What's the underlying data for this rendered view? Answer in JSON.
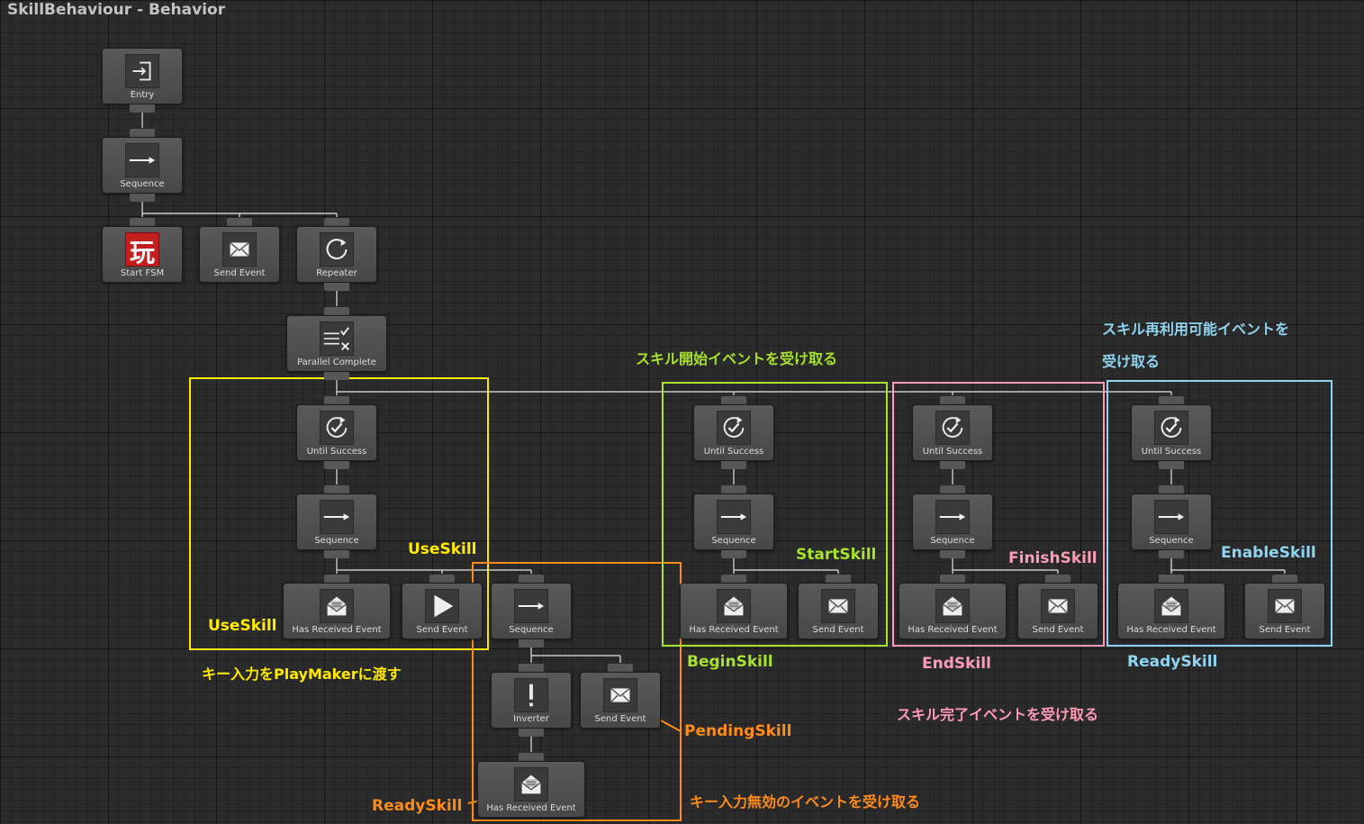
{
  "window": {
    "title": "SkillBehaviour - Behavior"
  },
  "colors": {
    "yellow": "#ffea00",
    "orange": "#ff8c1a",
    "green": "#a6e22e",
    "pink": "#ff9ab8",
    "blue": "#8fd4f0"
  },
  "nodes": [
    {
      "id": "entry",
      "label": "Entry",
      "icon": "entry-icon"
    },
    {
      "id": "seq-root",
      "label": "Sequence",
      "icon": "arrow-right-icon"
    },
    {
      "id": "start-fsm",
      "label": "Start FSM",
      "icon": "playmaker-icon",
      "icon_text": "玩"
    },
    {
      "id": "send-event-root",
      "label": "Send Event",
      "icon": "envelope-icon"
    },
    {
      "id": "repeater",
      "label": "Repeater",
      "icon": "repeat-icon"
    },
    {
      "id": "parallel",
      "label": "Parallel Complete",
      "icon": "parallel-complete-icon"
    },
    {
      "id": "until-1",
      "label": "Until Success",
      "icon": "check-cycle-icon"
    },
    {
      "id": "seq-1",
      "label": "Sequence",
      "icon": "arrow-right-icon"
    },
    {
      "id": "hre-1",
      "label": "Has Received Event",
      "icon": "received-envelope-icon"
    },
    {
      "id": "send-1",
      "label": "Send Event",
      "icon": "play-icon"
    },
    {
      "id": "seq-orange",
      "label": "Sequence",
      "icon": "arrow-right-icon"
    },
    {
      "id": "inverter",
      "label": "Inverter",
      "icon": "exclamation-icon"
    },
    {
      "id": "send-orange",
      "label": "Send Event",
      "icon": "envelope-icon"
    },
    {
      "id": "hre-orange",
      "label": "Has Received Event",
      "icon": "received-envelope-icon"
    },
    {
      "id": "until-2",
      "label": "Until Success",
      "icon": "check-cycle-icon"
    },
    {
      "id": "seq-2",
      "label": "Sequence",
      "icon": "arrow-right-icon"
    },
    {
      "id": "hre-2",
      "label": "Has Received Event",
      "icon": "received-envelope-icon"
    },
    {
      "id": "send-2",
      "label": "Send Event",
      "icon": "envelope-icon"
    },
    {
      "id": "until-3",
      "label": "Until Success",
      "icon": "check-cycle-icon"
    },
    {
      "id": "seq-3",
      "label": "Sequence",
      "icon": "arrow-right-icon"
    },
    {
      "id": "hre-3",
      "label": "Has Received Event",
      "icon": "received-envelope-icon"
    },
    {
      "id": "send-3",
      "label": "Send Event",
      "icon": "envelope-icon"
    },
    {
      "id": "until-4",
      "label": "Until Success",
      "icon": "check-cycle-icon"
    },
    {
      "id": "seq-4",
      "label": "Sequence",
      "icon": "arrow-right-icon"
    },
    {
      "id": "hre-4",
      "label": "Has Received Event",
      "icon": "received-envelope-icon"
    },
    {
      "id": "send-4",
      "label": "Send Event",
      "icon": "envelope-icon"
    }
  ],
  "annotations": {
    "yellow_useskill_send": "UseSkill",
    "yellow_useskill_recv": "UseSkill",
    "yellow_desc": "キー入力をPlayMakerに渡す",
    "orange_pending": "PendingSkill",
    "orange_ready": "ReadySkill",
    "orange_desc": "キー入力無効のイベントを受け取る",
    "green_desc": "スキル開始イベントを受け取る",
    "green_start": "StartSkill",
    "green_begin": "BeginSkill",
    "pink_finish": "FinishSkill",
    "pink_end": "EndSkill",
    "pink_desc": "スキル完了イベントを受け取る",
    "blue_desc_line1": "スキル再利用可能イベントを",
    "blue_desc_line2": "受け取る",
    "blue_enable": "EnableSkill",
    "blue_ready": "ReadySkill"
  }
}
